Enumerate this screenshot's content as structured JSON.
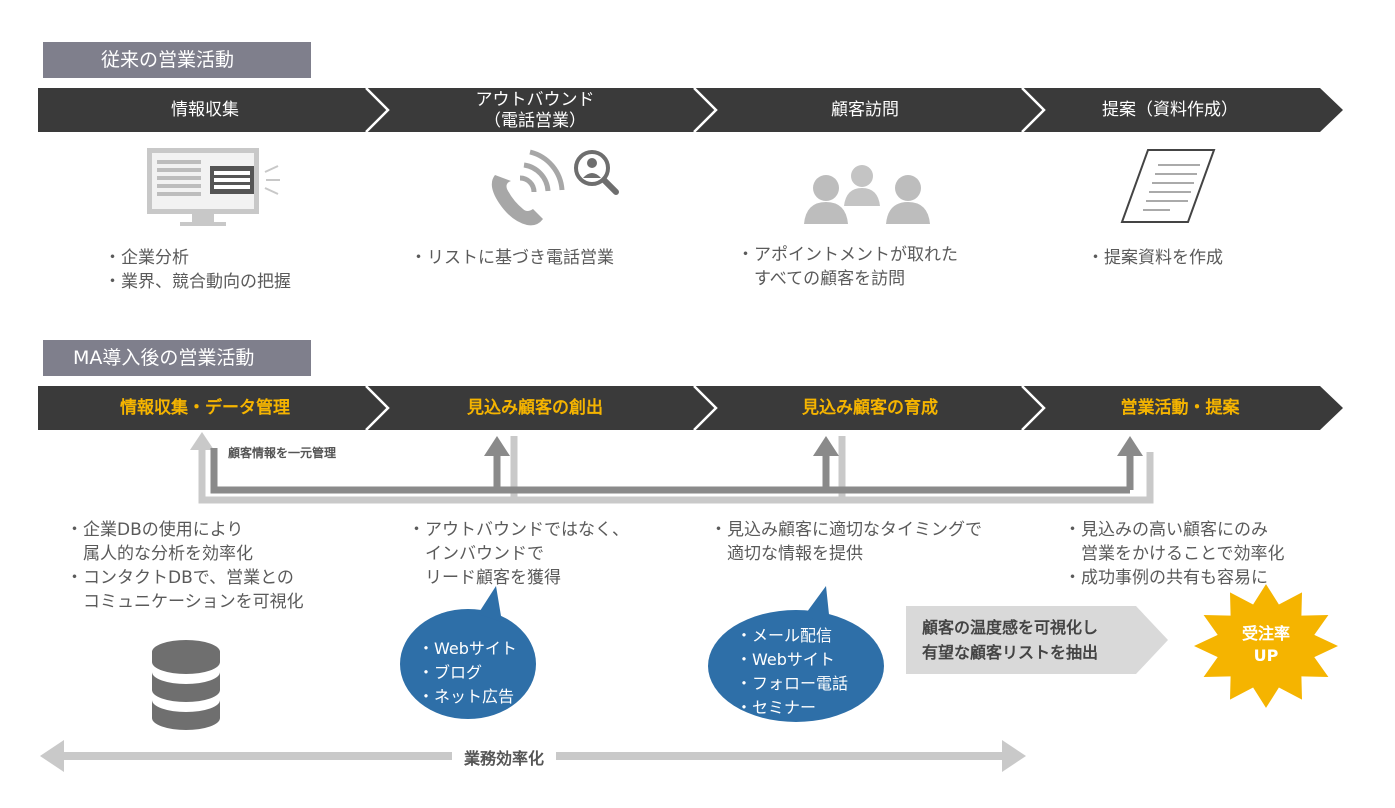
{
  "traditional": {
    "title": "従来の営業活動",
    "steps": [
      {
        "label": "情報収集",
        "icon": "monitor-icon",
        "desc": "・企業分析\n・業界、競合動向の把握"
      },
      {
        "label": "アウトバウンド\n（電話営業）",
        "icon": "phone-search-icon",
        "desc": "・リストに基づき電話営業"
      },
      {
        "label": "顧客訪問",
        "icon": "people-icon",
        "desc": "・アポイントメントが取れた\n　すべての顧客を訪問"
      },
      {
        "label": "提案（資料作成）",
        "icon": "document-icon",
        "desc": "・提案資料を作成"
      }
    ]
  },
  "ma": {
    "title": "MA導入後の営業活動",
    "steps": [
      {
        "label": "情報収集・データ管理",
        "desc": "・企業DBの使用により\n　属人的な分析を効率化\n・コンタクトDBで、営業との\n　コミュニケーションを可視化"
      },
      {
        "label": "見込み顧客の創出",
        "desc": "・アウトバウンドではなく、\n　インバウンドで\n　リード顧客を獲得"
      },
      {
        "label": "見込み顧客の育成",
        "desc": "・見込み顧客に適切なタイミングで\n　適切な情報を提供"
      },
      {
        "label": "営業活動・提案",
        "desc": "・見込みの高い顧客にのみ\n　営業をかけることで効率化\n・成功事例の共有も容易に"
      }
    ],
    "note": "顧客情報を一元管理",
    "bubble1": "・Webサイト\n・ブログ\n・ネット広告",
    "bubble2": "・メール配信\n・Webサイト\n・フォロー電話\n・セミナー",
    "callout": "顧客の温度感を可視化し\n有望な顧客リストを抽出",
    "burst": "受注率\nUP",
    "efficiency": "業務効率化"
  },
  "colors": {
    "band": "#3a3a3a",
    "accent": "#f5b400",
    "bubble": "#2e6fa8",
    "label_bg": "#7f7f8c",
    "icon_gray": "#b5b5b5"
  }
}
